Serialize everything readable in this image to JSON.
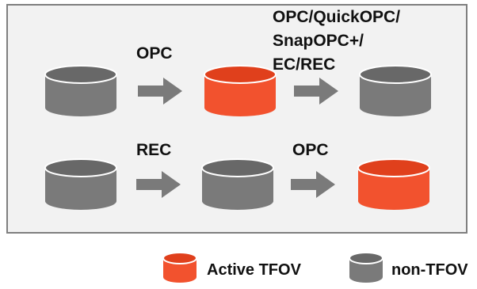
{
  "colors": {
    "active": "#f2522e",
    "inactive": "#7a7a7a",
    "arrow": "#7a7a7a",
    "panel": "#f2f2f2"
  },
  "rows": [
    {
      "volumes": [
        "non-TFOV",
        "Active TFOV",
        "non-TFOV"
      ],
      "transitions": [
        "OPC",
        "OPC/QuickOPC/\nSnapOPC+/\nEC/REC"
      ]
    },
    {
      "volumes": [
        "non-TFOV",
        "non-TFOV",
        "Active TFOV"
      ],
      "transitions": [
        "REC",
        "OPC"
      ]
    }
  ],
  "labels": {
    "row1_first": "OPC",
    "row1_second_line1": "OPC/QuickOPC/",
    "row1_second_line2": "SnapOPC+/",
    "row1_second_line3": "EC/REC",
    "row2_first": "REC",
    "row2_second": "OPC"
  },
  "legend": {
    "active_label": "Active TFOV",
    "inactive_label": "non-TFOV"
  }
}
